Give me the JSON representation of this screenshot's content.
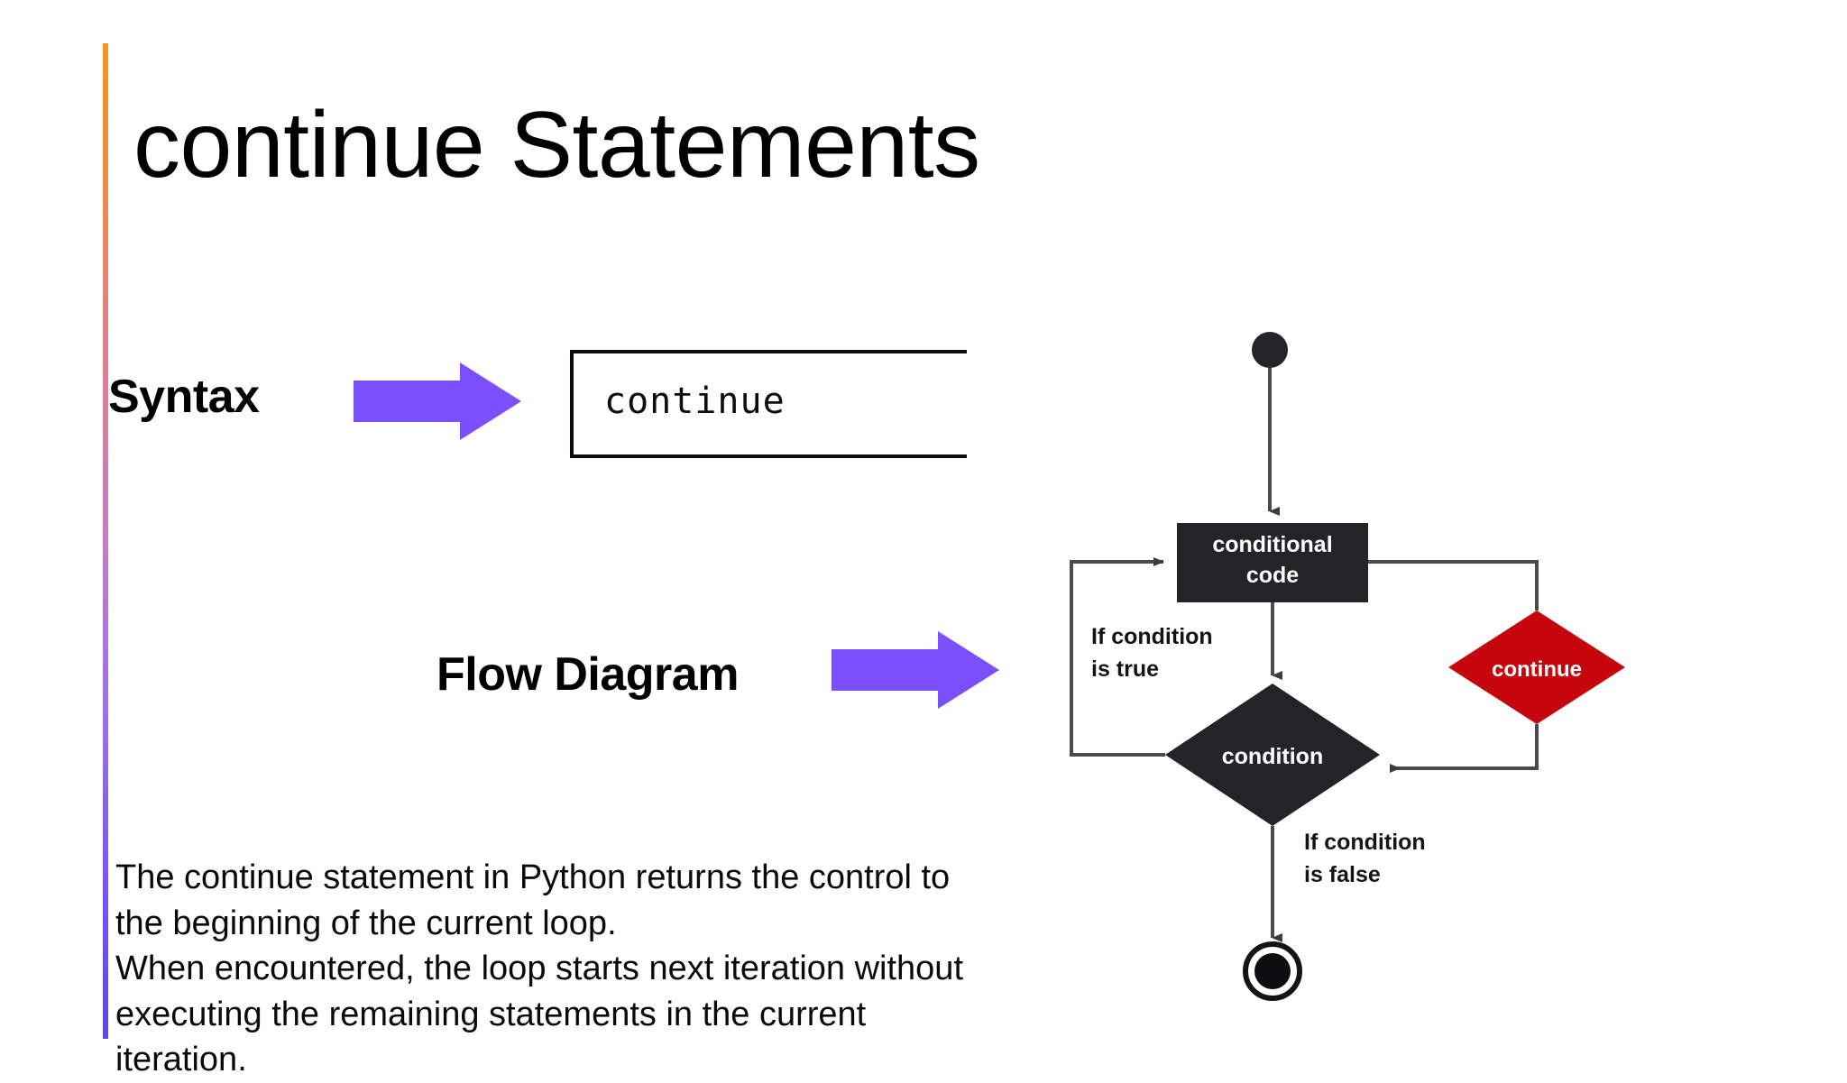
{
  "slide": {
    "title": "continue Statements",
    "accent_gradient": [
      "#F7931E",
      "#C77FC0",
      "#5B47E8"
    ]
  },
  "syntax_section": {
    "label": "Syntax",
    "arrow_color": "#7B4FFB",
    "code_value": "continue"
  },
  "flow_section": {
    "label": "Flow Diagram",
    "arrow_color": "#7B4FFB"
  },
  "body": {
    "line1": "The continue statement in Python returns the control to",
    "line2": "the beginning of the current loop.",
    "line3": "When encountered, the loop starts next iteration without",
    "line4": "executing the remaining statements in the current",
    "line5": "iteration."
  },
  "diagram": {
    "start_node": "start-circle",
    "conditional_code_label_line1": "conditional",
    "conditional_code_label_line2": "code",
    "condition_label": "condition",
    "continue_label": "continue",
    "true_branch_label_line1": "If condition",
    "true_branch_label_line2": "is true",
    "false_branch_label_line1": "If condition",
    "false_branch_label_line2": "is false",
    "end_node": "end-circle",
    "colors": {
      "node_fill": "#242428",
      "continue_fill": "#C6050C",
      "line": "#4a4a4f",
      "node_text": "#ffffff"
    }
  }
}
